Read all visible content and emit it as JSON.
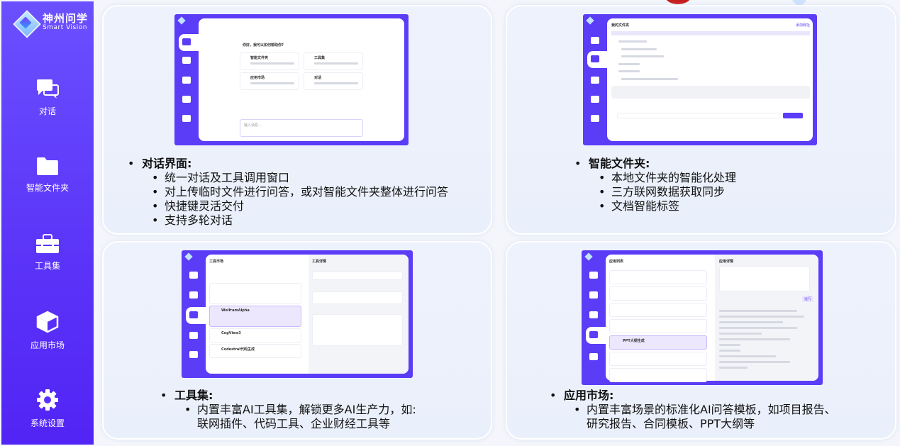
{
  "brand": {
    "name_cn": "神州问学",
    "name_en": "Smart Vision"
  },
  "sidebar": {
    "items": [
      {
        "label": "对话",
        "icon": "chat-icon"
      },
      {
        "label": "智能文件夹",
        "icon": "folder-icon"
      },
      {
        "label": "工具集",
        "icon": "toolbox-icon"
      },
      {
        "label": "应用市场",
        "icon": "cube-icon"
      },
      {
        "label": "系统设置",
        "icon": "gear-icon"
      }
    ]
  },
  "colors": {
    "accent": "#5b3cf7",
    "card_bg": "#eef2fc"
  },
  "sections": [
    {
      "title": "对话界面:",
      "items": [
        "统一对话及工具调用窗口",
        "对上传临时文件进行问答，或对智能文件夹整体进行问答",
        "快捷键灵活交付",
        "支持多轮对话"
      ],
      "shot": {
        "greeting": "你好，我可以如何帮助你?",
        "cards": [
          "智能文件夹",
          "工具集",
          "应用市场",
          "对话"
        ],
        "input_placeholder": "输入消息..."
      }
    },
    {
      "title": "智能文件夹:",
      "items": [
        "本地文件夹的智能化处理",
        "三方联网数据获取同步",
        "文档智能标签"
      ],
      "shot": {
        "heading": "我的文件夹",
        "button": "添加网址"
      }
    },
    {
      "title": "工具集:",
      "items": [
        "内置丰富AI工具集，解锁更多AI生产力，如:"
      ],
      "continuation": "联网插件、代码工具、企业财经工具等",
      "shot": {
        "heading": "工具市场",
        "detail_heading": "工具详情",
        "tools": [
          "WolframAlpha",
          "CogView3",
          "Codestral代码生成"
        ]
      }
    },
    {
      "title": "应用市场:",
      "items": [
        "内置丰富场景的标准化AI问答模板，如项目报告、"
      ],
      "continuation": "研究报告、合同模板、PPT大纲等",
      "shot": {
        "heading": "应用列表",
        "detail_heading": "应用详情",
        "selected_app": "PPT大纲生成",
        "run": "运行"
      }
    }
  ]
}
